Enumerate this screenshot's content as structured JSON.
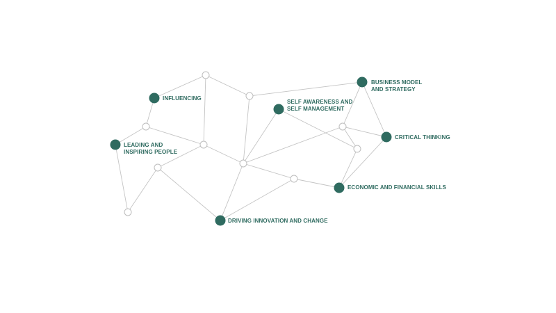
{
  "theme": {
    "accent_color": "#2f6b60",
    "edge_color": "#c4c4c4",
    "minor_node_stroke": "#bdbdbd",
    "background": "#ffffff"
  },
  "skills": {
    "influencing": {
      "label_lines": [
        "INFLUENCING"
      ]
    },
    "leading": {
      "label_lines": [
        "LEADING AND",
        "INSPIRING PEOPLE"
      ]
    },
    "self_awareness": {
      "label_lines": [
        "SELF AWARENESS AND",
        "SELF MANAGEMENT"
      ]
    },
    "business_model": {
      "label_lines": [
        "BUSINESS MODEL",
        "AND STRATEGY"
      ]
    },
    "critical_thinking": {
      "label_lines": [
        "CRITICAL THINKING"
      ]
    },
    "economic": {
      "label_lines": [
        "ECONOMIC AND FINANCIAL SKILLS"
      ]
    },
    "driving_innovation": {
      "label_lines": [
        "DRIVING INNOVATION AND CHANGE"
      ]
    }
  },
  "edges": [
    [
      "m1",
      "m2"
    ],
    [
      "m1",
      "m4"
    ],
    [
      "m1",
      "influencing"
    ],
    [
      "m2",
      "business_model"
    ],
    [
      "m2",
      "m7"
    ],
    [
      "influencing",
      "m3"
    ],
    [
      "m3",
      "leading"
    ],
    [
      "m3",
      "m4"
    ],
    [
      "m4",
      "m5"
    ],
    [
      "m4",
      "m7"
    ],
    [
      "leading",
      "m6"
    ],
    [
      "m5",
      "m6"
    ],
    [
      "m5",
      "driving_innovation"
    ],
    [
      "m7",
      "self_awareness"
    ],
    [
      "m7",
      "m8"
    ],
    [
      "m7",
      "m9"
    ],
    [
      "m7",
      "driving_innovation"
    ],
    [
      "self_awareness",
      "m10"
    ],
    [
      "m8",
      "driving_innovation"
    ],
    [
      "m8",
      "economic"
    ],
    [
      "m9",
      "business_model"
    ],
    [
      "m9",
      "critical_thinking"
    ],
    [
      "m9",
      "m10"
    ],
    [
      "business_model",
      "critical_thinking"
    ],
    [
      "m10",
      "economic"
    ],
    [
      "critical_thinking",
      "economic"
    ]
  ]
}
